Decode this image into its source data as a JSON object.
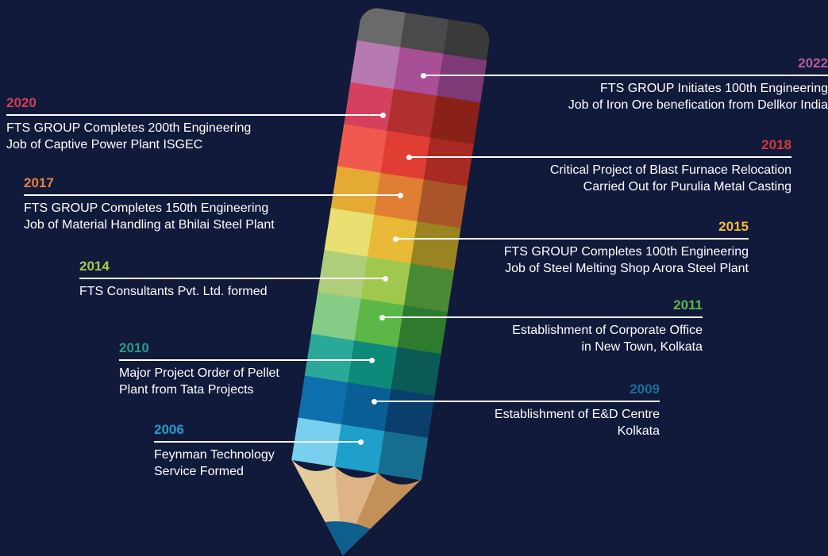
{
  "background": "#111a3a",
  "milestones": [
    {
      "year": "2022",
      "color": "#b55aa0",
      "line1": "FTS GROUP Initiates 100th Engineering",
      "line2": "Job of Iron Ore benefication from Dellkor India"
    },
    {
      "year": "2020",
      "color": "#d23c5a",
      "line1": "FTS GROUP Completes 200th Engineering",
      "line2": "Job of Captive Power Plant ISGEC"
    },
    {
      "year": "2018",
      "color": "#d23a3a",
      "line1": "Critical Project of Blast Furnace Relocation",
      "line2": "Carried Out for Purulia Metal Casting"
    },
    {
      "year": "2017",
      "color": "#e8823a",
      "line1": "FTS GROUP Completes 150th Engineering",
      "line2": "Job of Material Handling at Bhilai Steel Plant"
    },
    {
      "year": "2015",
      "color": "#f2bb34",
      "line1": "FTS GROUP Completes 100th Engineering",
      "line2": "Job of Steel Melting Shop Arora Steel Plant"
    },
    {
      "year": "2014",
      "color": "#a7c94b",
      "line1": "FTS Consultants Pvt. Ltd. formed",
      "line2": ""
    },
    {
      "year": "2011",
      "color": "#5cb84a",
      "line1": "Establishment of Corporate Office",
      "line2": "in New Town, Kolkata"
    },
    {
      "year": "2010",
      "color": "#249b8a",
      "line1": "Major Project Order of Pellet",
      "line2": "Plant from Tata Projects"
    },
    {
      "year": "2009",
      "color": "#1b6e9c",
      "line1": "Establishment of E&D Centre",
      "line2": "Kolkata"
    },
    {
      "year": "2006",
      "color": "#2a98c8",
      "line1": "Feynman Technology",
      "line2": "Service Formed"
    }
  ],
  "pencil_colors": {
    "eraser": [
      "#6a6a6a",
      "#4a4a4a",
      "#3a3a3a"
    ],
    "bands": [
      [
        "#b77ab0",
        "#a84f98",
        "#7e3a77"
      ],
      [
        "#d5405e",
        "#b0302f",
        "#8a2118"
      ],
      [
        "#f05a4e",
        "#e03e33",
        "#a82a22"
      ],
      [
        "#e4aa33",
        "#e07f34",
        "#a85628"
      ],
      [
        "#e8e070",
        "#e8ba38",
        "#9a8422"
      ],
      [
        "#aece7a",
        "#a0c84c",
        "#4a8a36"
      ],
      [
        "#86cc86",
        "#5cb846",
        "#2e7a2e"
      ],
      [
        "#2aa89a",
        "#0e8a7a",
        "#0a5a58"
      ],
      [
        "#0e6fae",
        "#0a5e96",
        "#0a3e6c"
      ],
      [
        "#78d0ee",
        "#1ea0c8",
        "#166e8e"
      ]
    ],
    "wood": [
      "#e4cc9a",
      "#deb486",
      "#c4905a"
    ],
    "lead": "#0e5e8e"
  }
}
